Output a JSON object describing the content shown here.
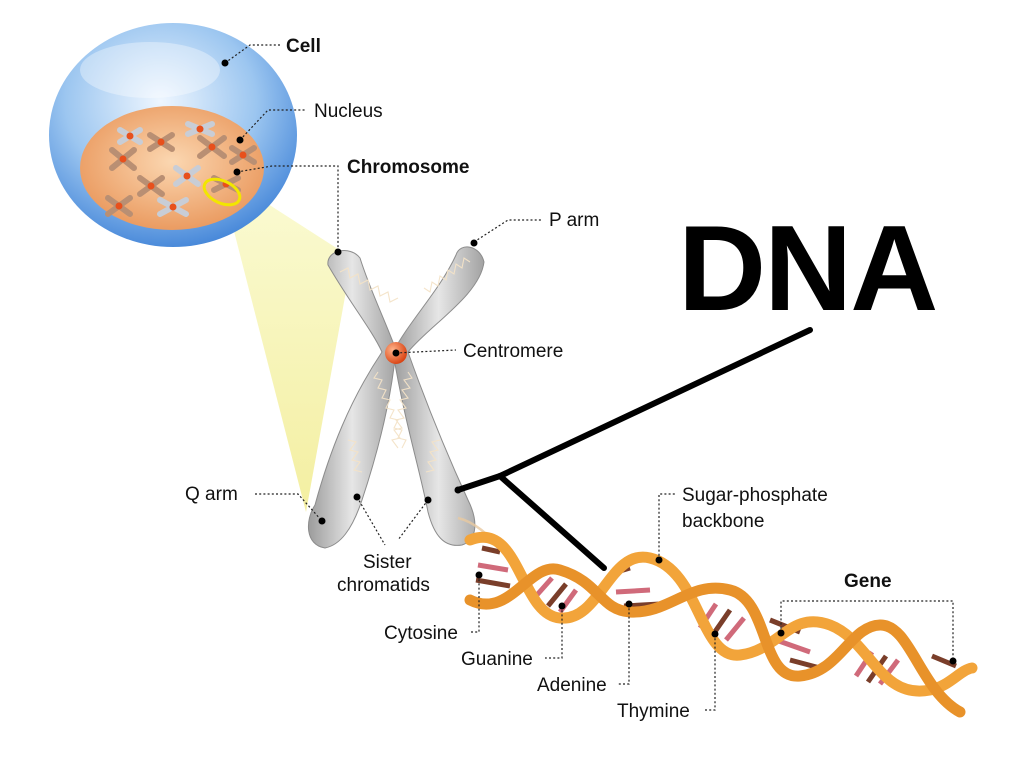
{
  "title": "DNA",
  "labels": {
    "cell": "Cell",
    "nucleus": "Nucleus",
    "chromosome": "Chromosome",
    "p_arm": "P arm",
    "centromere": "Centromere",
    "q_arm": "Q arm",
    "sister_chromatids": [
      "Sister",
      "chromatids"
    ],
    "sugar_phosphate_backbone": [
      "Sugar-phosphate",
      "backbone"
    ],
    "gene": "Gene",
    "cytosine": "Cytosine",
    "guanine": "Guanine",
    "adenine": "Adenine",
    "thymine": "Thymine"
  },
  "colors": {
    "cell": "#7fb7ec",
    "nucleus": "#f2b47e",
    "chromosome": "#c4c4c4",
    "centromere": "#e8501c",
    "helix_backbone": "#f2a43a",
    "highlight": "#f6f0a0",
    "ring": "#f2e600"
  }
}
